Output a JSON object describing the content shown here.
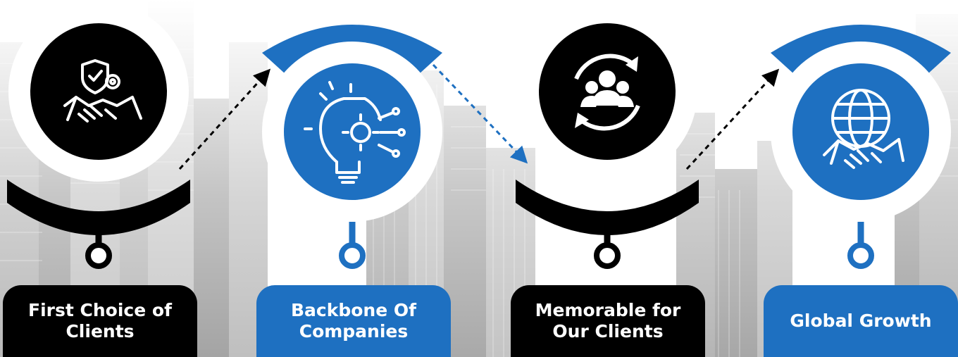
{
  "colors": {
    "black": "#000000",
    "blue": "#1e70c1",
    "white": "#ffffff",
    "city": "#b9b9b9"
  },
  "steps": [
    {
      "label": "First Choice of Clients",
      "icon": "handshake-shield-gear-icon",
      "theme": "black"
    },
    {
      "label": "Backbone Of Companies",
      "icon": "lightbulb-gear-circuit-icon",
      "theme": "blue"
    },
    {
      "label": "Memorable for Our Clients",
      "icon": "people-cycle-icon",
      "theme": "black"
    },
    {
      "label": "Global Growth",
      "icon": "globe-handshake-icon",
      "theme": "blue"
    }
  ]
}
